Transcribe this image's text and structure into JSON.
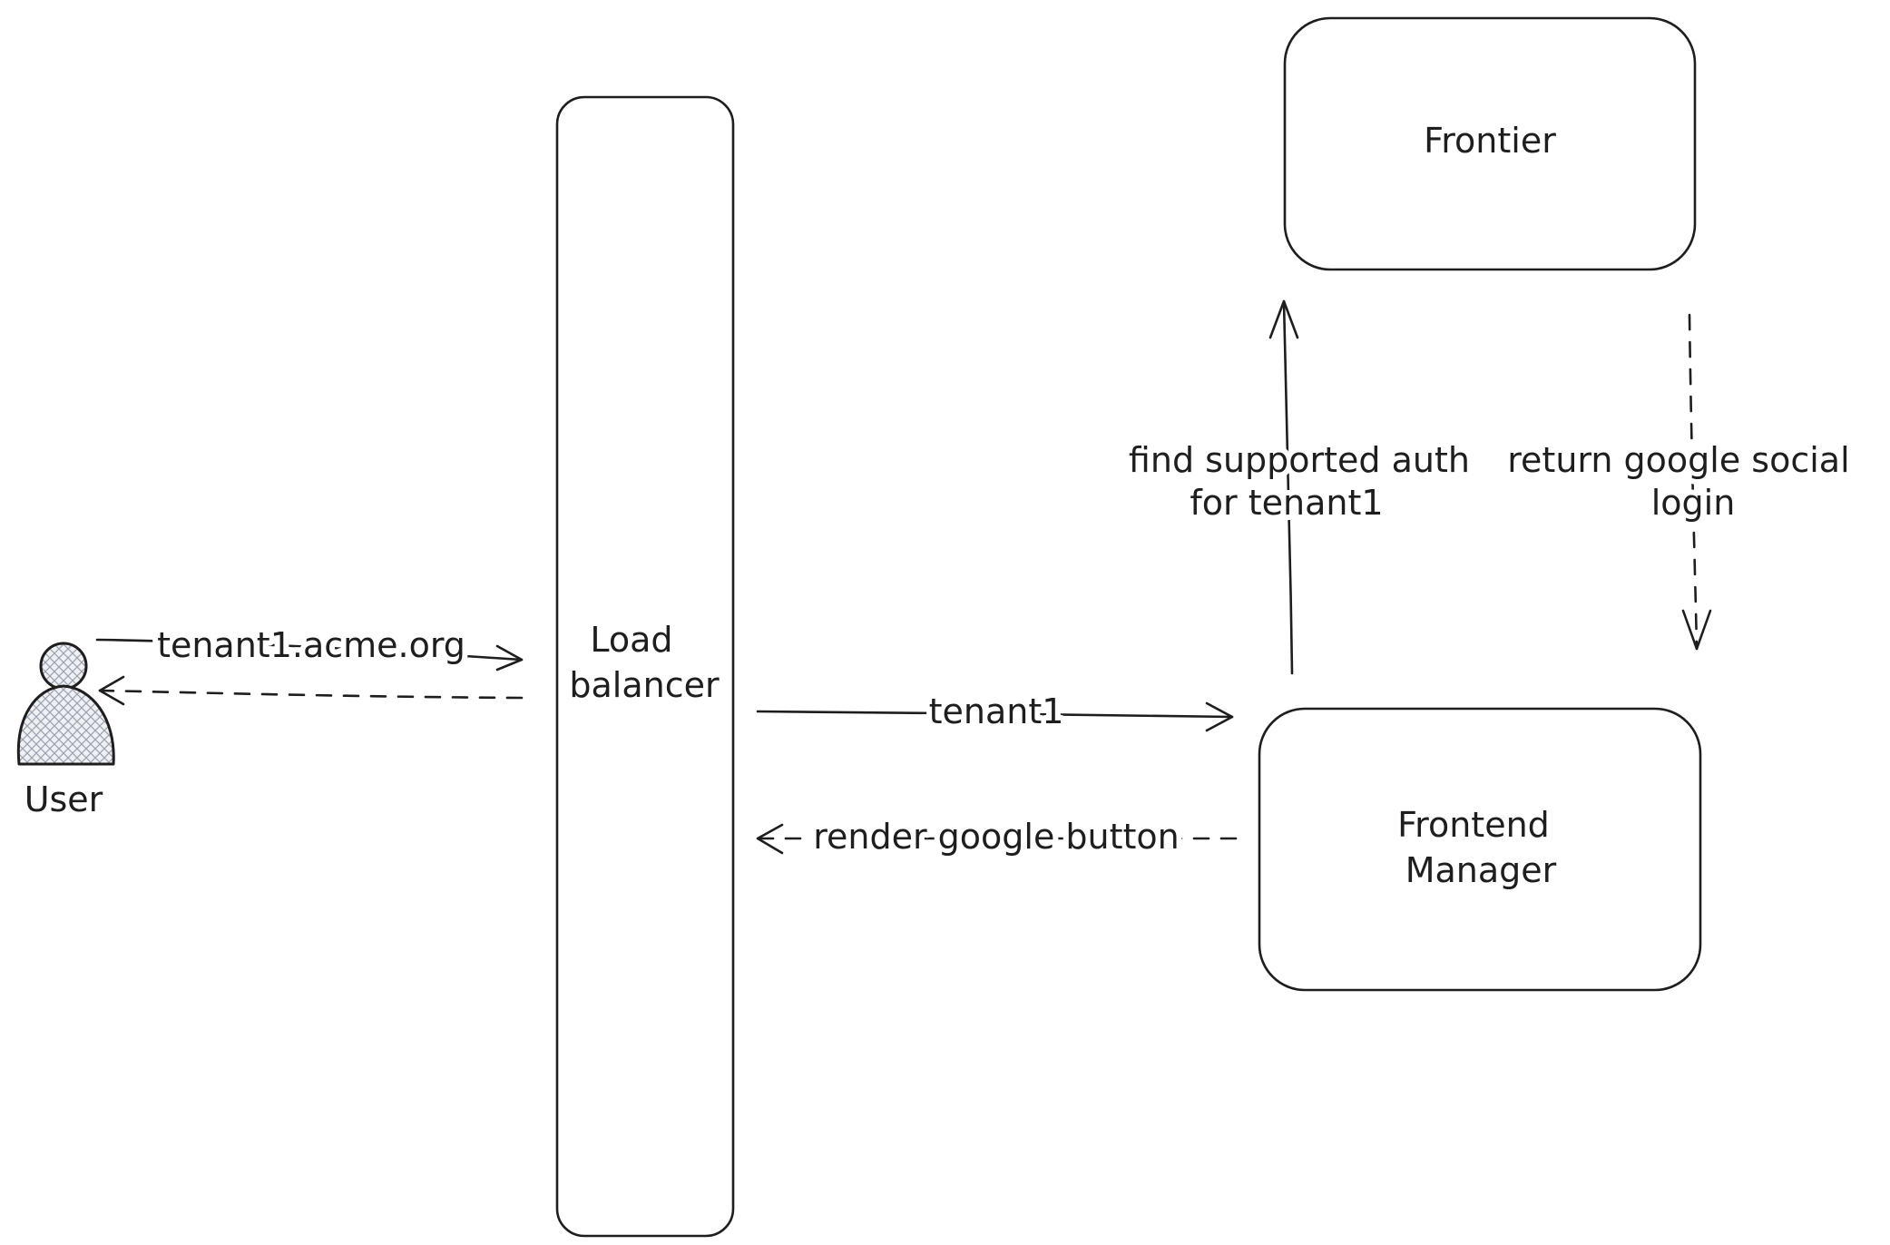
{
  "nodes": {
    "user": {
      "label": "User"
    },
    "load_balancer": {
      "label_lines": [
        "Load",
        "balancer"
      ]
    },
    "frontier": {
      "label": "Frontier"
    },
    "frontend_manager": {
      "label_lines": [
        "Frontend",
        "Manager"
      ]
    }
  },
  "edges": {
    "user_to_lb": {
      "label": "tenant1.acme.org",
      "style": "solid"
    },
    "lb_to_user": {
      "label": "",
      "style": "dashed"
    },
    "lb_to_fm": {
      "label": "tenant1",
      "style": "solid"
    },
    "fm_to_lb": {
      "label": "render google button",
      "style": "dashed"
    },
    "fm_to_frontier": {
      "label_lines": [
        "find supported auth",
        "for tenant1"
      ],
      "style": "solid"
    },
    "frontier_to_fm": {
      "label_lines": [
        "return google social",
        "login"
      ],
      "style": "dashed"
    }
  },
  "colors": {
    "stroke": "#1e1e1e",
    "background": "#ffffff",
    "user_fill": "#d9dde4"
  }
}
